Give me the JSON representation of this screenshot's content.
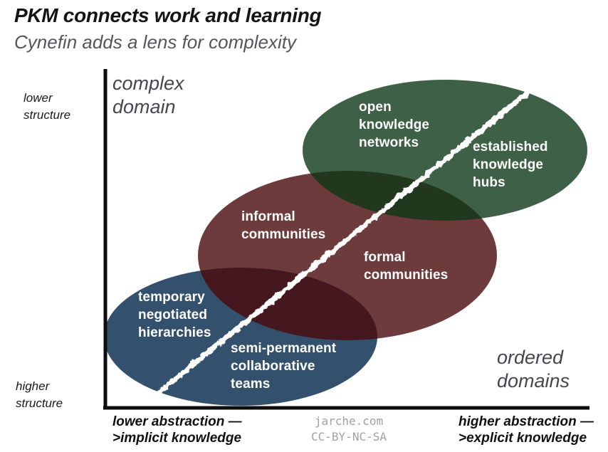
{
  "header": {
    "title": "PKM connects work and learning",
    "subtitle": "Cynefin adds a lens for complexity"
  },
  "domains": {
    "complex": "complex\ndomain",
    "ordered": "ordered\ndomains"
  },
  "axes": {
    "y_top_label": "lower\nstructure",
    "y_bottom_label": "higher\nstructure",
    "x_left_caption": "lower abstraction —\n>implicit knowledge",
    "x_right_caption": "higher abstraction —\n>explicit knowledge"
  },
  "ellipses": [
    {
      "id": "blue-teams-ellipse",
      "color": "#2F506D",
      "labels": [
        {
          "text": "temporary\nnegotiated\nhierarchies"
        },
        {
          "text": "semi-permanent\ncollaborative\nteams"
        }
      ]
    },
    {
      "id": "maroon-communities-ellipse",
      "color": "#6E3B3D",
      "labels": [
        {
          "text": "informal\ncommunities"
        },
        {
          "text": "formal\ncommunities"
        }
      ]
    },
    {
      "id": "green-networks-ellipse",
      "color": "#3E6046",
      "labels": [
        {
          "text": "open\nknowledge\nnetworks"
        },
        {
          "text": "established\nknowledge\nhubs"
        }
      ]
    }
  ],
  "divider": {
    "description": "white chalk diagonal line",
    "color": "#ffffff"
  },
  "watermark": "jarche.com\nCC-BY-NC-SA",
  "colors": {
    "axis": "#0d0d0d",
    "title_text": "#141414",
    "muted_text": "#55555c",
    "domain_text": "#46464e",
    "watermark_text": "#a2a2a2"
  }
}
